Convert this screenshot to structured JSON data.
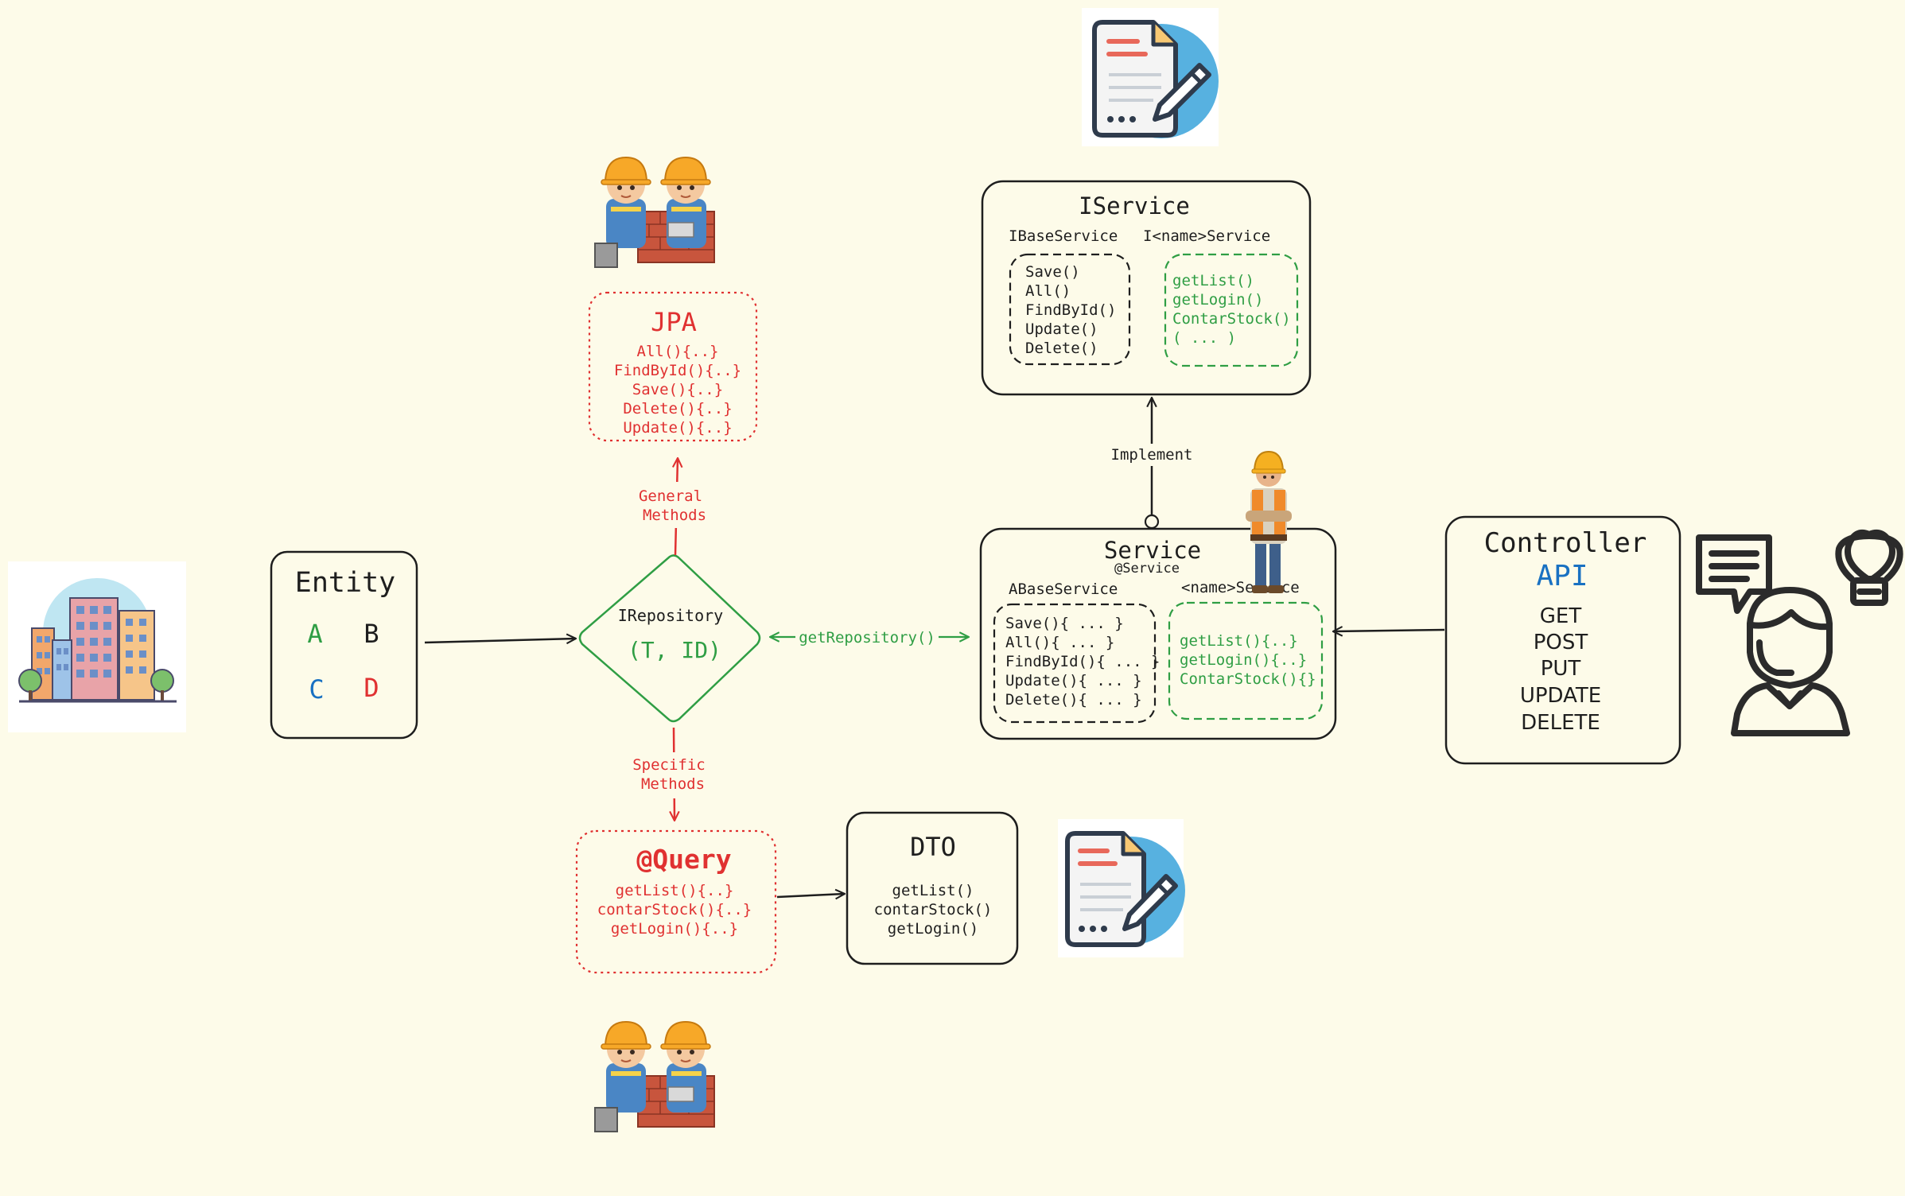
{
  "entity": {
    "title": "Entity",
    "letters": [
      "A",
      "B",
      "C",
      "D"
    ]
  },
  "irepository": {
    "title": "IRepository",
    "params": "(T, ID)"
  },
  "jpa": {
    "title": "JPA",
    "methods": [
      "All(){..}",
      "FindById(){..}",
      "Save(){..}",
      "Delete(){..}",
      "Update(){..}"
    ]
  },
  "general_label": [
    "General",
    "Methods"
  ],
  "specific_label": [
    "Specific",
    "Methods"
  ],
  "query": {
    "title": "@Query",
    "methods": [
      "getList(){..}",
      "contarStock(){..}",
      "getLogin(){..}"
    ]
  },
  "dto": {
    "title": "DTO",
    "methods": [
      "getList()",
      "contarStock()",
      "getLogin()"
    ]
  },
  "getrepository_label": "getRepository()",
  "implement_label": "Implement",
  "iservice": {
    "title": "IService",
    "base_label": "IBaseService",
    "name_label": "I<name>Service",
    "base_methods": [
      "Save()",
      "All()",
      "FindById()",
      "Update()",
      "Delete()"
    ],
    "name_methods": [
      "getList()",
      "getLogin()",
      "ContarStock()",
      "( ... )"
    ]
  },
  "service": {
    "title": "Service",
    "annotation": "@Service",
    "base_label": "ABaseService",
    "name_label": "<name>Service",
    "base_methods": [
      "Save(){ ... }",
      "All(){ ... }",
      "FindById(){ ... }",
      "Update(){ ... }",
      "Delete(){ ... }"
    ],
    "name_methods": [
      "getList(){..}",
      "getLogin(){..}",
      "ContarStock(){}"
    ]
  },
  "controller": {
    "title": "Controller",
    "subtitle": "API",
    "methods": [
      "GET",
      "POST",
      "PUT",
      "UPDATE",
      "DELETE"
    ]
  },
  "colors": {
    "background": "#fdfbe9",
    "black": "#1e1e1e",
    "red": "#e03131",
    "green": "#2f9e44",
    "blue": "#1971c2",
    "icon_blue": "#57b1e0"
  },
  "icons": [
    "city-buildings-icon",
    "builder-workers-icon",
    "document-edit-icon",
    "construction-worker-icon",
    "support-agent-icon",
    "chat-bubble-icon",
    "lightbulb-icon"
  ]
}
